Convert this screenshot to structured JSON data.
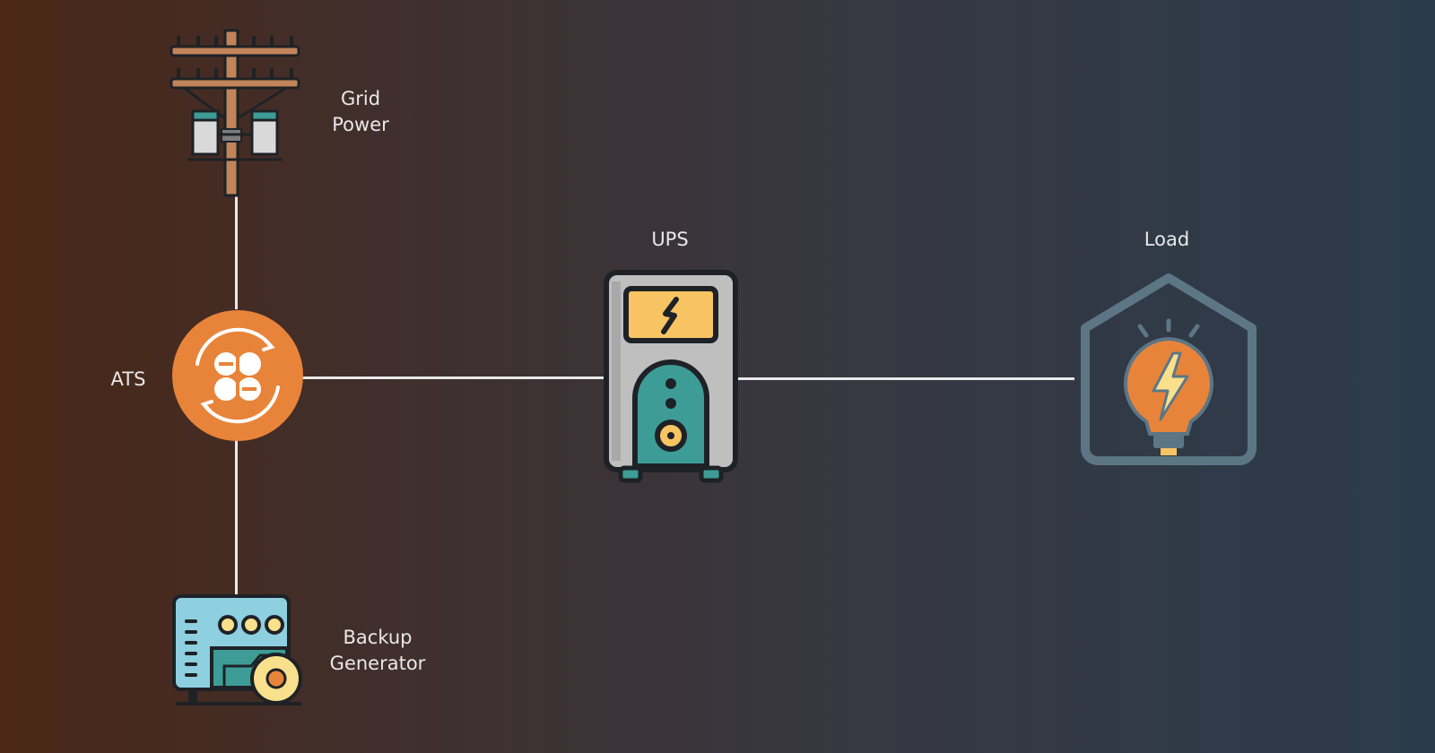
{
  "diagram": {
    "nodes": {
      "grid": {
        "label_line1": "Grid",
        "label_line2": "Power",
        "icon": "utility-pole-icon"
      },
      "ats": {
        "label": "ATS",
        "icon": "transfer-switch-icon"
      },
      "generator": {
        "label_line1": "Backup",
        "label_line2": "Generator",
        "icon": "generator-icon"
      },
      "ups": {
        "label": "UPS",
        "icon": "ups-icon"
      },
      "load": {
        "label": "Load",
        "icon": "house-lightbulb-icon"
      }
    },
    "connections": [
      {
        "from": "Grid Power",
        "to": "ATS"
      },
      {
        "from": "Backup Generator",
        "to": "ATS"
      },
      {
        "from": "ATS",
        "to": "UPS"
      },
      {
        "from": "UPS",
        "to": "Load"
      }
    ],
    "colors": {
      "line": "#e9e9e9",
      "ats_orange": "#e8843a",
      "teal": "#3d9d96",
      "ups_body": "#bfbfbf",
      "screen_yellow": "#f8c463",
      "house_outline": "#5d7686"
    }
  }
}
